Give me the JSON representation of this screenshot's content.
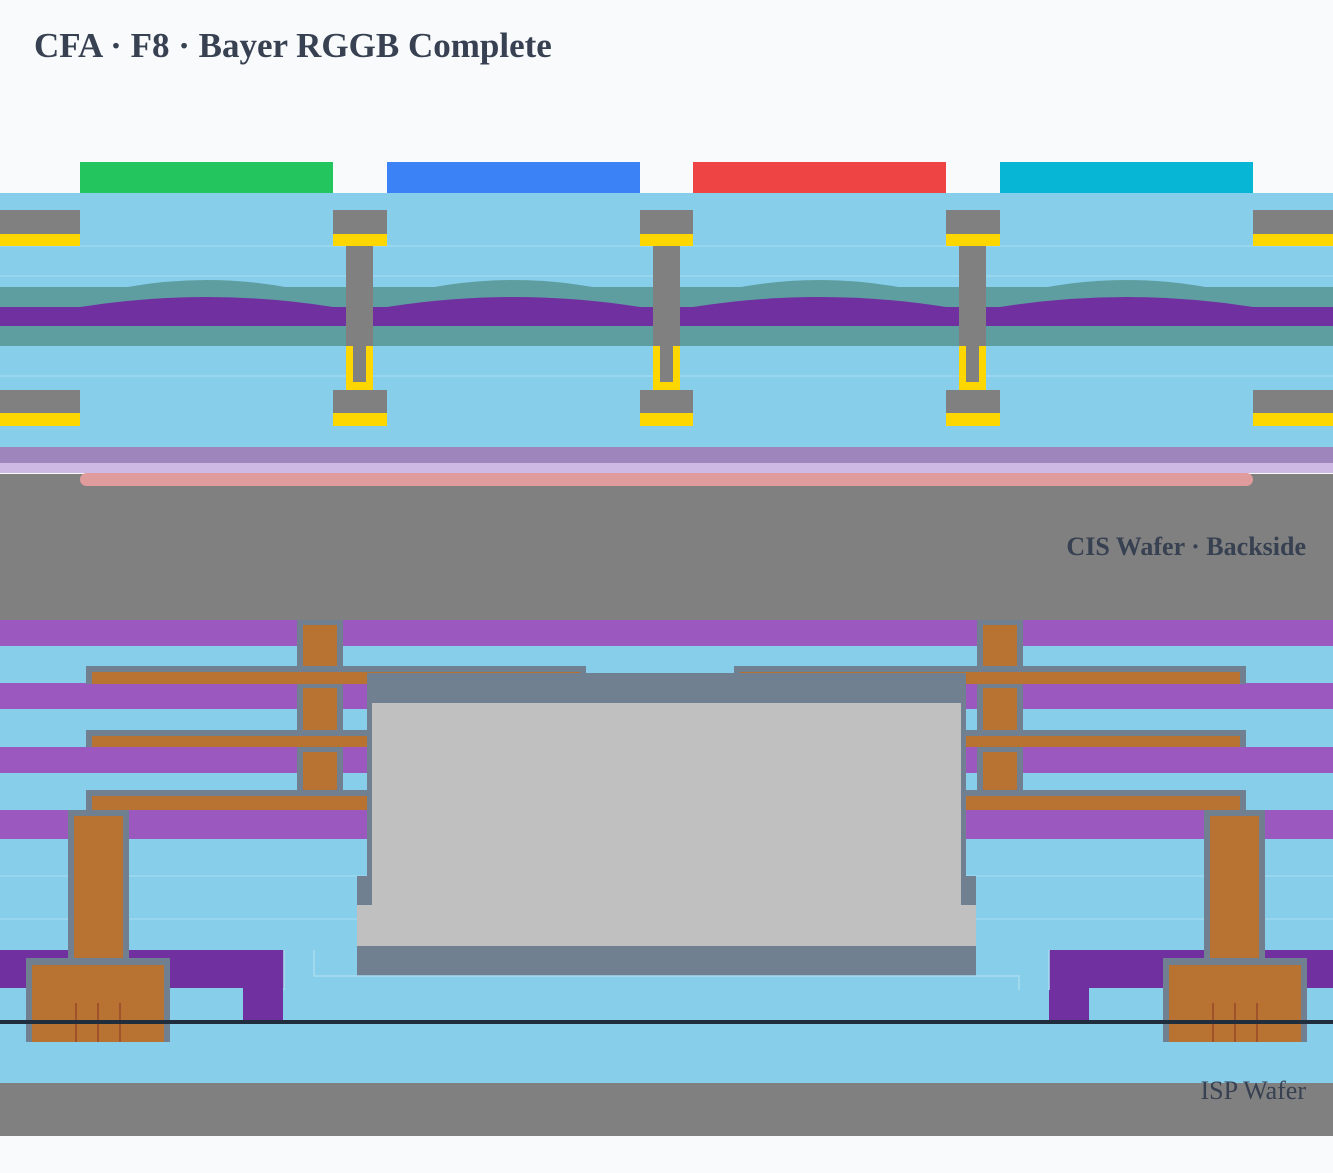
{
  "title": "CFA · F8 · Bayer RGGB Complete",
  "labels": {
    "cis_wafer": "CIS Wafer · Backside",
    "isp_wafer": "ISP Wafer"
  },
  "colors": {
    "background": "#f8fafc",
    "oxide": "#87ceeb",
    "wafer": "#808080",
    "metal_grid": "#808080",
    "grid_liner": "#ffd700",
    "microlens_upper": "#5f9ea0",
    "microlens_lower": "#7030a0",
    "purple_band": "#9b59c0",
    "light_purple_band": "#9e86bd",
    "lavender_band": "#cdb9e3",
    "pink_band": "#e09c9c",
    "copper": "#b87333",
    "liner": "#708090",
    "bond_pad_fill": "#c0c0c0",
    "bond_line": "#1f2d3d",
    "title_text": "#374151"
  },
  "filters": [
    {
      "name": "green-filter",
      "color": "#22c55e"
    },
    {
      "name": "blue-filter",
      "color": "#3b82f6"
    },
    {
      "name": "red-filter",
      "color": "#ef4444"
    },
    {
      "name": "cyan-filter",
      "color": "#06b6d4"
    }
  ]
}
